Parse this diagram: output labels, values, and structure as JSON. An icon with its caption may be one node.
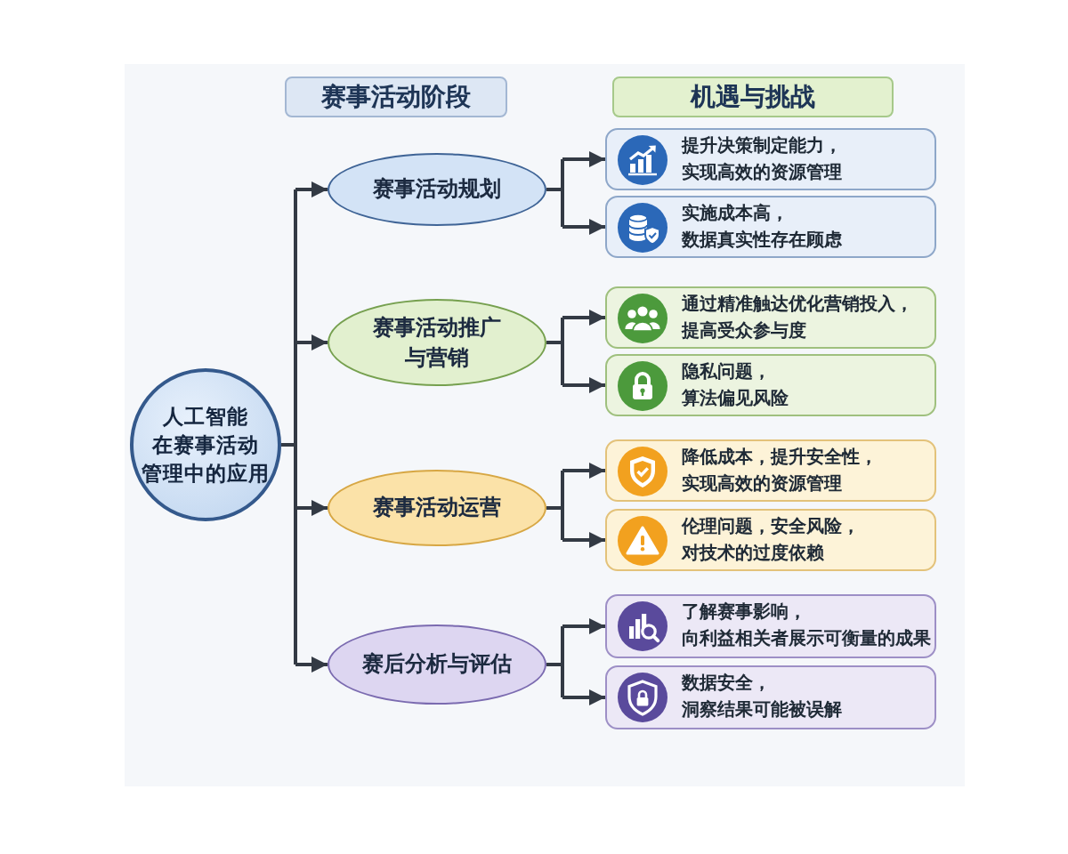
{
  "diagram": {
    "nodes": [
      {
        "text": [
          "赛事活动阶段"
        ]
      },
      {
        "text": [
          "机遇与挑战"
        ]
      },
      {
        "text": [
          "人工智能在赛事活动管理中的应用"
        ]
      },
      {
        "text": [
          "赛事活动规划"
        ]
      },
      {
        "text": [
          "提升决策制定能力，实现高效的资源管理"
        ]
      },
      {
        "text": [
          "实施成本高，数据真实性存在顾虑"
        ]
      },
      {
        "text": [
          "赛事活动推广与营销"
        ]
      },
      {
        "text": [
          "通过精准触达优化营销投入，提高受众参与度"
        ]
      },
      {
        "text": [
          "隐私问题，算法偏见风险"
        ]
      },
      {
        "text": [
          "赛事活动运营"
        ]
      },
      {
        "text": [
          "降低成本，提升安全性，实现高效的资源管理"
        ]
      },
      {
        "text": [
          "伦理问题，安全风险，对技术的过度依赖"
        ]
      },
      {
        "text": [
          "赛后分析与评估"
        ]
      },
      {
        "text": [
          "了解赛事影响，向利益相关者展示可衡量的成果"
        ]
      },
      {
        "text": [
          "数据安全，洞察结果可能被误解"
        ]
      }
    ],
    "edges": [
      {
        "from": 2,
        "to": 3,
        "arrow": "to"
      },
      {
        "from": 2,
        "to": 6,
        "arrow": "to"
      },
      {
        "from": 2,
        "to": 9,
        "arrow": "to"
      },
      {
        "from": 2,
        "to": 12,
        "arrow": "to"
      },
      {
        "from": 3,
        "to": 4,
        "arrow": "to"
      },
      {
        "from": 3,
        "to": 5,
        "arrow": "to"
      },
      {
        "from": 6,
        "to": 7,
        "arrow": "to"
      },
      {
        "from": 6,
        "to": 8,
        "arrow": "to"
      },
      {
        "from": 9,
        "to": 10,
        "arrow": "to"
      },
      {
        "from": 9,
        "to": 11,
        "arrow": "to"
      },
      {
        "from": 12,
        "to": 13,
        "arrow": "to"
      },
      {
        "from": 12,
        "to": 14,
        "arrow": "to"
      }
    ]
  }
}
